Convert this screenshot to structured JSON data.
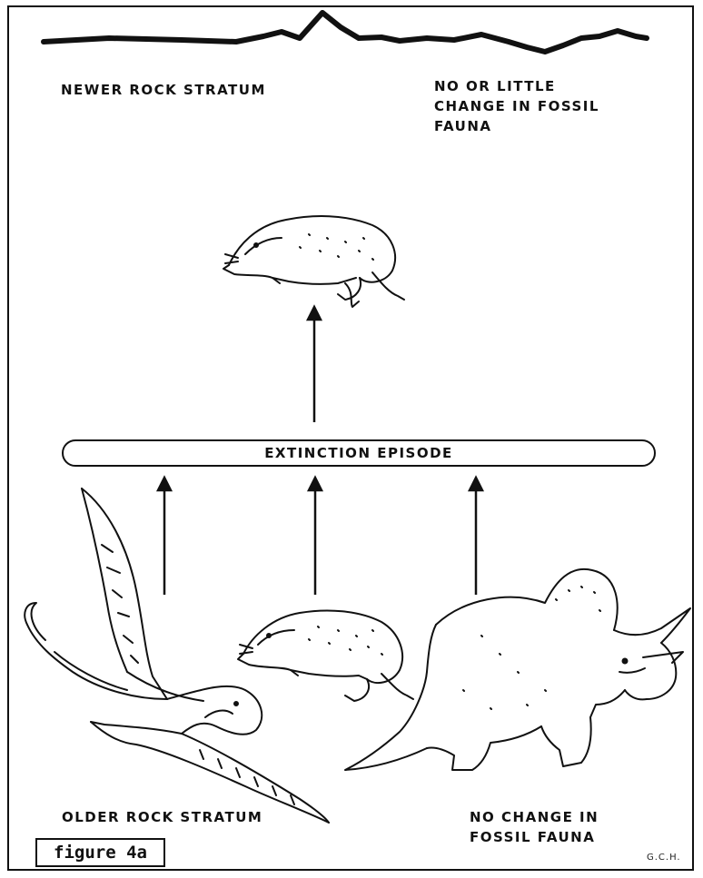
{
  "labels": {
    "top_left": "NEWER ROCK STRATUM",
    "top_right": [
      "NO OR LITTLE",
      "CHANGE IN FOSSIL",
      "FAUNA"
    ],
    "bottom_left": "OLDER ROCK STRATUM",
    "bottom_right": [
      "NO CHANGE IN",
      "FOSSIL FAUNA"
    ]
  },
  "extinction_bar": {
    "label": "EXTINCTION EPISODE"
  },
  "figure_caption": "figure 4a",
  "credit": "G.C.H.",
  "icons": {
    "top_animal": "small-mammal-icon",
    "bottom_left_animal": "pterosaur-icon",
    "bottom_middle_animal": "small-mammal-icon",
    "bottom_right_animal": "triceratops-icon"
  },
  "colors": {
    "ink": "#111111",
    "paper": "#ffffff"
  }
}
